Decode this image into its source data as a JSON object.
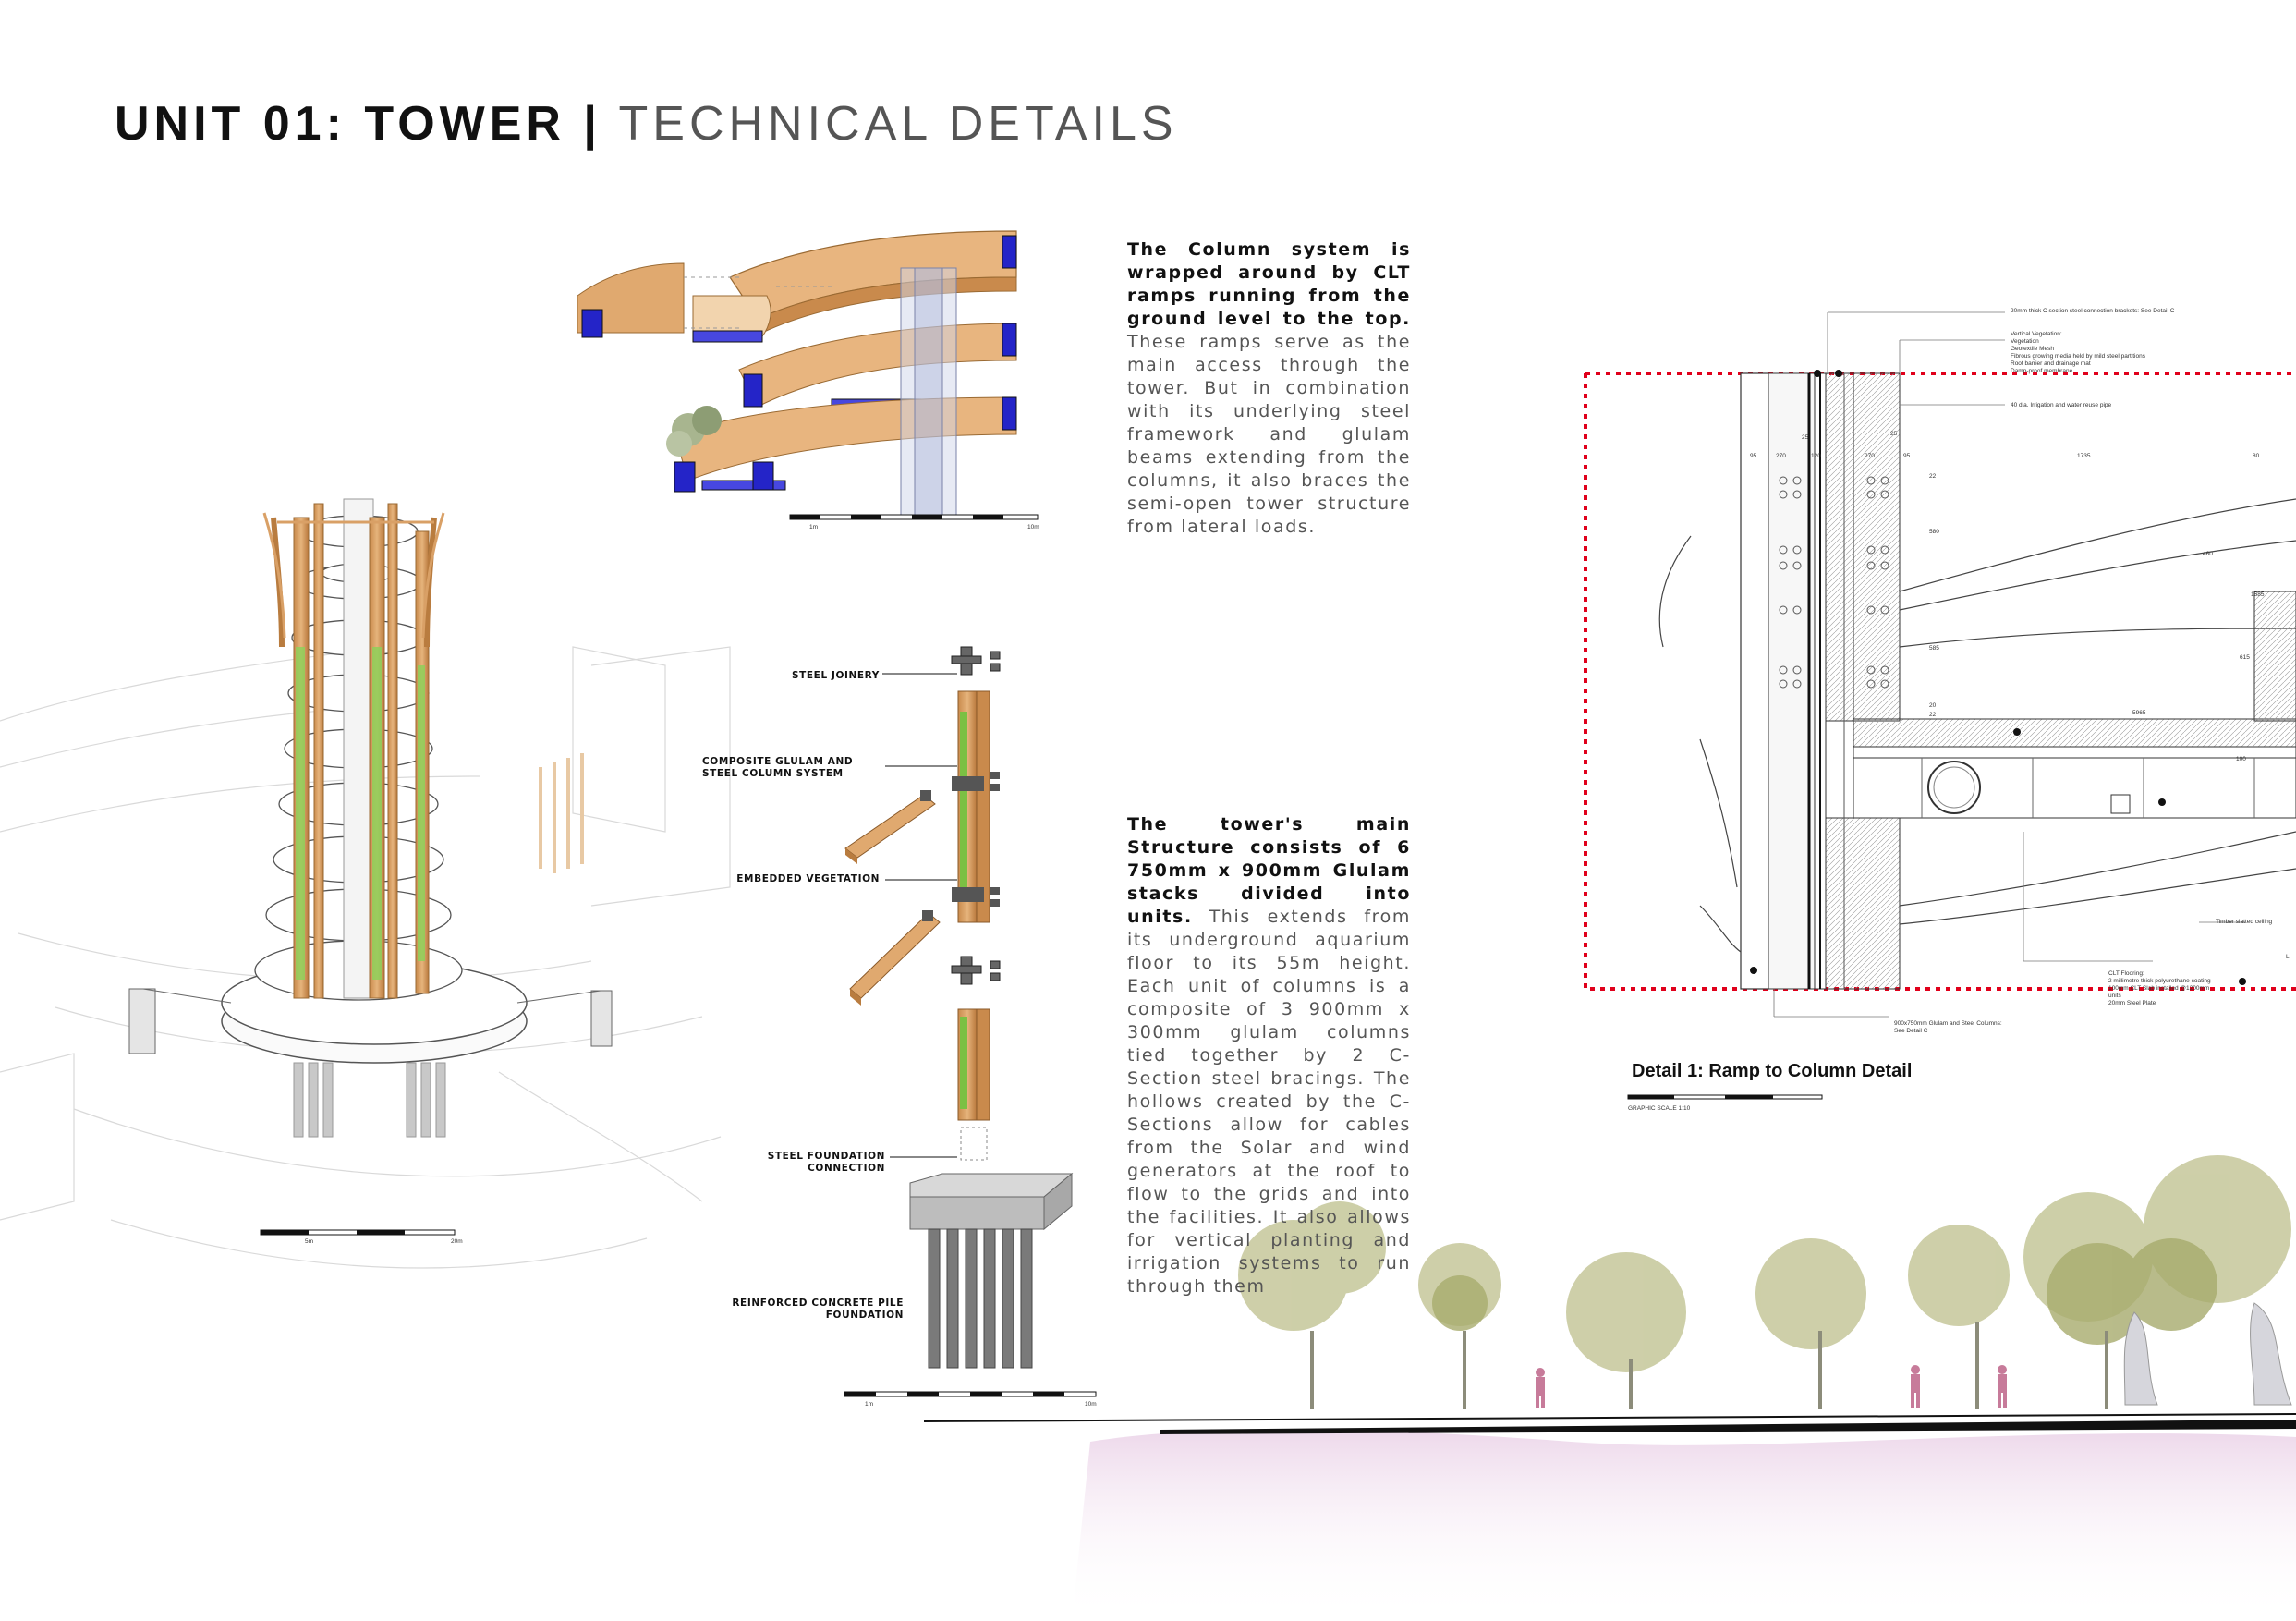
{
  "header": {
    "title_bold": "UNIT 01: TOWER",
    "separator": "|",
    "title_light": "TECHNICAL DETAILS"
  },
  "column_system_text": {
    "bold": "The Column system is wrapped around by CLT ramps running from the ground level to the top.",
    "body": " These ramps serve as the main access through the tower. But in combination with its underlying steel framework and glulam beams extending from the columns, it also braces the semi-open tower structure from lateral loads."
  },
  "structure_text": {
    "bold": "The tower's main Structure consists of 6 750mm x 900mm Glulam stacks divided into units.",
    "body": " This extends from its underground aquarium floor to its 55m height. Each unit of columns is a composite of 3 900mm x 300mm glulam columns tied together by 2 C-Section steel bracings. The hollows created by the C-Sections allow for cables from the Solar and wind generators at the roof to flow to the grids and into the facilities. It also allows for vertical planting and irrigation systems to run through them"
  },
  "column_labels": {
    "steel_joinery": "STEEL JOINERY",
    "composite_1": "COMPOSITE GLULAM AND",
    "composite_2": "STEEL COLUMN SYSTEM",
    "embedded_vegetation": "EMBEDDED VEGETATION",
    "foundation_conn_1": "STEEL FOUNDATION",
    "foundation_conn_2": "CONNECTION",
    "pile_1": "REINFORCED CONCRETE PILE",
    "pile_2": "FOUNDATION"
  },
  "detail": {
    "title": "Detail 1: Ramp to Column Detail",
    "scale_note": "GRAPHIC SCALE 1:10",
    "notes": {
      "brackets": "20mm thick C section steel connection brackets: See Detail C",
      "veg_1": "Vertical Vegetation:",
      "veg_2": "Vegetation",
      "veg_3": "Geotextile Mesh",
      "veg_4": "Fibrous growing media held by mild steel partitions",
      "veg_5": "Root barrier and drainage mat",
      "veg_6": "Damp-proof membrane",
      "pipe": "40 dia. Irrigation and water reuse pipe",
      "ceiling": "Timber slatted ceiling",
      "flooring_1": "CLT Flooring:",
      "flooring_2": "2 millimetre thick polyurethane coating",
      "flooring_3": "100mm CLT Slab installed @1200mm",
      "flooring_4": "units",
      "flooring_5": "20mm Steel Plate",
      "columns_1": "900x750mm Glulam and Steel Columns:",
      "columns_2": "See Detail C",
      "light": "Li"
    },
    "dims": [
      "95",
      "270",
      "120",
      "270",
      "95",
      "25",
      "25",
      "1735",
      "80",
      "22",
      "580",
      "585",
      "20",
      "22",
      "460",
      "615",
      "1585",
      "5965",
      "100"
    ]
  },
  "scales": {
    "ramp_start": "1m",
    "ramp_end": "10m",
    "tower_start": "5m",
    "tower_end": "20m",
    "column_start": "1m",
    "column_end": "10m"
  },
  "colors": {
    "glulam": "#d9a066",
    "glulam_dark": "#b97c3f",
    "steel_blue": "#2424c8",
    "vegetation": "#7bc043",
    "tree": "#c5c79a",
    "figure": "#c77b9a",
    "red_dash": "#e0001b"
  }
}
